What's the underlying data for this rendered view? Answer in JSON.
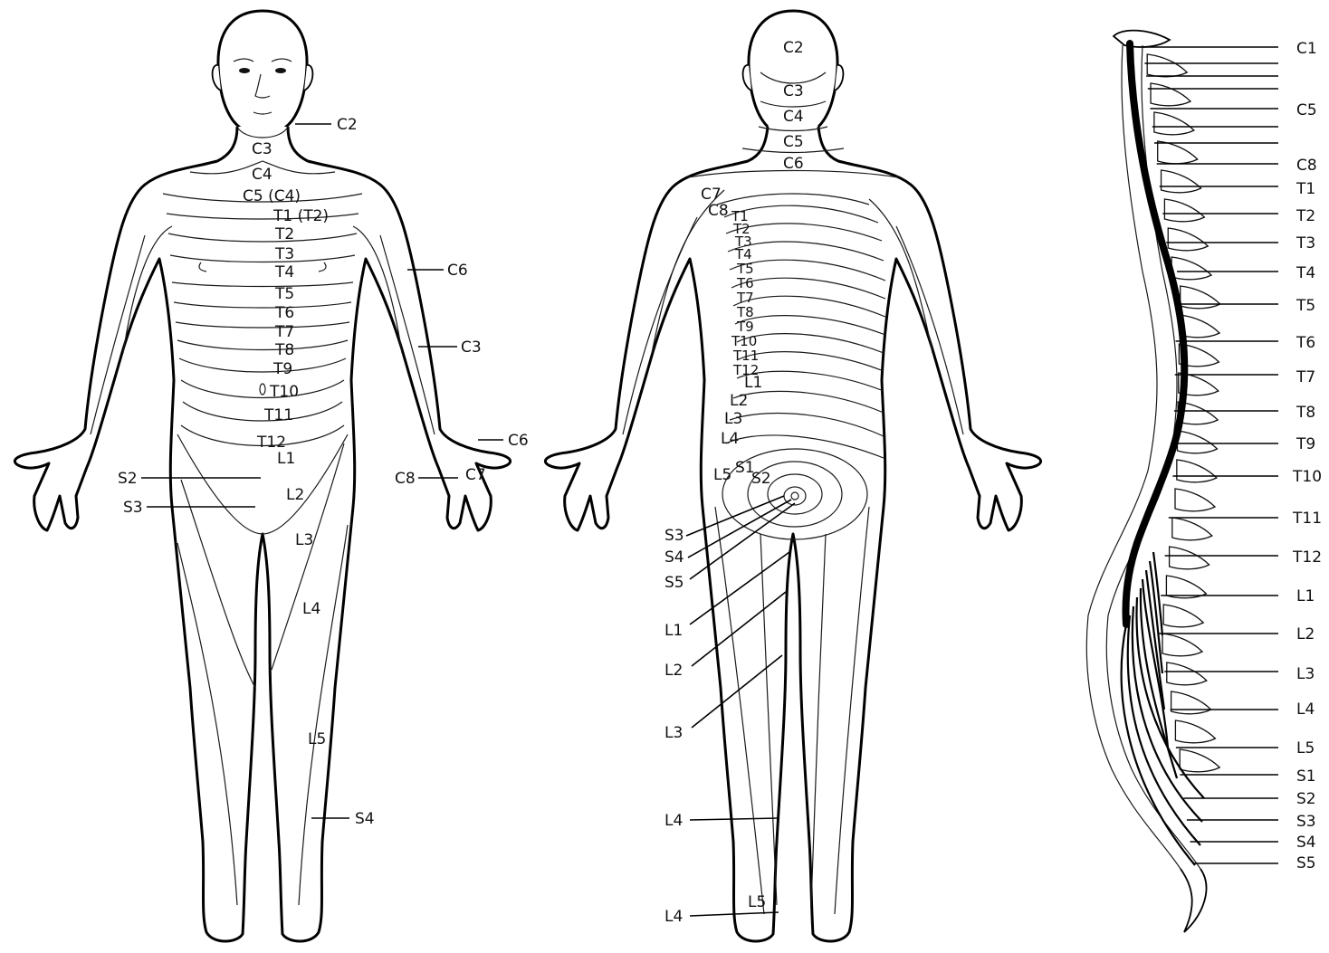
{
  "front": {
    "inline_labels": [
      "C3",
      "C4",
      "C5 (C4)",
      "T1 (T2)",
      "T2",
      "T3",
      "T4",
      "T5",
      "T6",
      "T7",
      "T8",
      "T9",
      "T10",
      "T11",
      "T12",
      "L1",
      "L2",
      "L3",
      "L4",
      "L5"
    ],
    "callouts": [
      "C2",
      "C6",
      "C3",
      "C6",
      "C7",
      "C8",
      "S2",
      "S3",
      "S4"
    ]
  },
  "back": {
    "inline_labels": [
      "C2",
      "C3",
      "C4",
      "C5",
      "C6",
      "C7",
      "C8",
      "T1",
      "T2",
      "T3",
      "T4",
      "T5",
      "T6",
      "T7",
      "T8",
      "T9",
      "T10",
      "T11",
      "T12",
      "L1",
      "L2",
      "L3",
      "L4",
      "L5",
      "S1",
      "S2",
      "L5"
    ],
    "callouts": [
      "S3",
      "S4",
      "S5",
      "L1",
      "L2",
      "L3",
      "L4",
      "L4"
    ]
  },
  "spine": {
    "labels": [
      "C1",
      "C5",
      "C8",
      "T1",
      "T2",
      "T3",
      "T4",
      "T5",
      "T6",
      "T7",
      "T8",
      "T9",
      "T10",
      "T11",
      "T12",
      "L1",
      "L2",
      "L3",
      "L4",
      "L5",
      "S1",
      "S2",
      "S3",
      "S4",
      "S5"
    ]
  }
}
